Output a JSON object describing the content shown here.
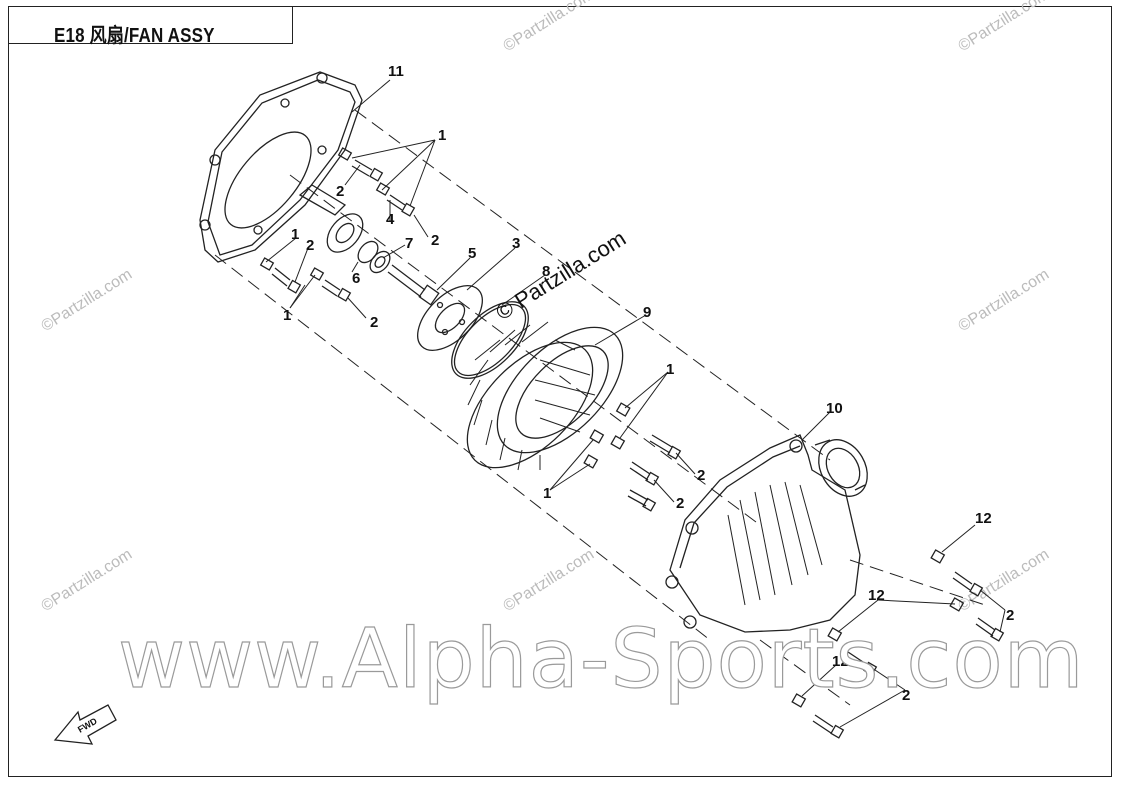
{
  "title": "E18 风扇/FAN ASSY",
  "watermark_big": "www.Alpha-Sports.com",
  "watermark_center": "© Partzilla.com",
  "watermark_small": "©Partzilla.com",
  "fwd_label": "FWD",
  "callouts": {
    "c11": "11",
    "c1a": "1",
    "c2a": "2",
    "c4": "4",
    "c2b": "2",
    "c1b": "1",
    "c2c": "2",
    "c6": "6",
    "c7": "7",
    "c1c": "1",
    "c2d": "2",
    "c5": "5",
    "c3": "3",
    "c8": "8",
    "c9": "9",
    "c1d": "1",
    "c2e": "2",
    "c2f": "2",
    "c1e": "1",
    "c10": "10",
    "c12a": "12",
    "c12b": "12",
    "c2g": "2",
    "c12c": "12",
    "c2h": "2"
  },
  "colors": {
    "line": "#222222",
    "watermark": "#bbbbbb"
  }
}
